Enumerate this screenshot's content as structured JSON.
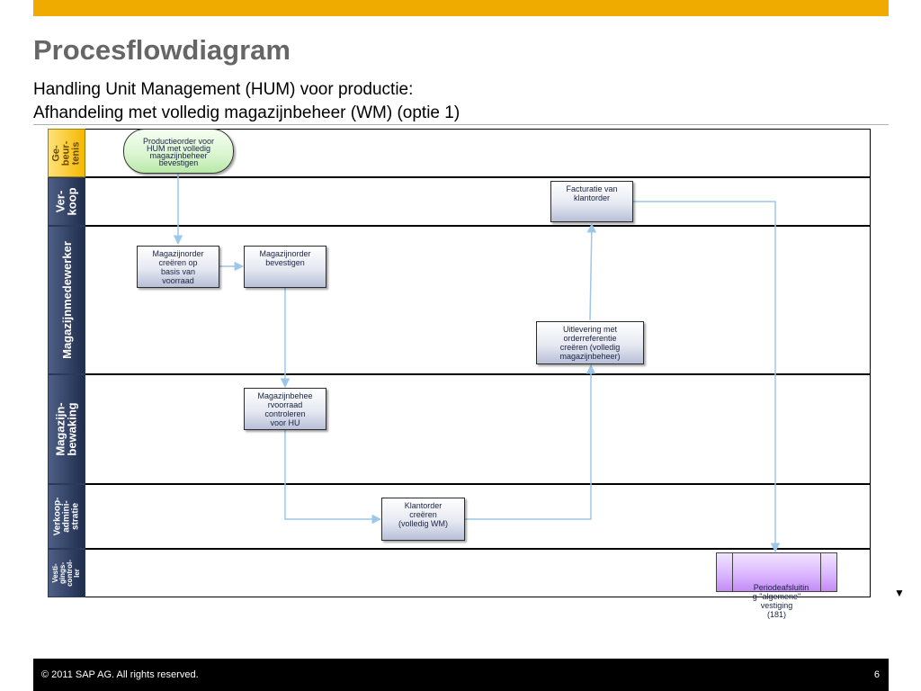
{
  "header": {
    "title": "Procesflowdiagram",
    "subtitle_line1": "Handling Unit Management (HUM) voor productie:",
    "subtitle_line2": "Afhandeling met volledig magazijnbeheer (WM) (optie 1)"
  },
  "lanes": [
    {
      "label": "Ge-\nbeur-\ntenis"
    },
    {
      "label": "Ver-\nkoop"
    },
    {
      "label": "Magazijnmedewerker"
    },
    {
      "label": "Magazijn-\nbewaking"
    },
    {
      "label": "Verkoop-\nadmini-\nstratie"
    },
    {
      "label": "Vesti-\ngings-\ncontrol-\nler"
    }
  ],
  "steps": {
    "productieorder": "Productieorder voor\nHUM met volledig\nmagazijnbeheer\nbevestigen",
    "facturatie": "Facturatie van\nklantorder",
    "magazijnorder_creeren": "Magazijnorder\ncreëren op\nbasis van\nvoorraad",
    "magazijnorder_bevestigen": "Magazijnorder\nbevestigen",
    "uitlevering": "Uitlevering met\norderreferentie\ncreëren (volledig\nmagazijnbeheer)",
    "magazijnbeheer_controleren": "Magazijnbehee\nrvoorraad\ncontroleren\nvoor HU",
    "klantorder": "Klantorder\ncreëren\n(volledig WM)",
    "periodeafsluiting": "Periodeafsluitin\ng \"algemene\"\nvestiging\n(181)"
  },
  "colors": {
    "top_bar": "#f0ab00",
    "lane_label": "#2e3d63",
    "event_lane": "#f4b800",
    "connector": "#9cc7ea"
  },
  "footer": {
    "copyright": "©  2011 SAP AG. All rights reserved.",
    "page_number": "6"
  }
}
